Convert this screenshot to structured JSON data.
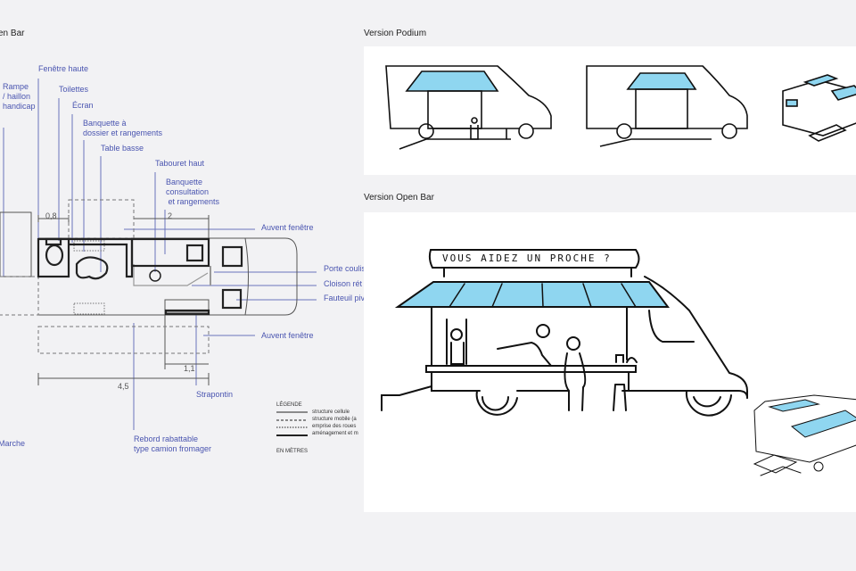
{
  "frames": {
    "plan_title": "en Bar",
    "podium_title": "Version Podium",
    "openbar_title": "Version Open Bar"
  },
  "plan": {
    "labels": {
      "fenetre_haute": "Fenêtre haute",
      "rampe": "Rampe\n/ haillon\nhandicap",
      "toilettes": "Toilettes",
      "ecran": "Écran",
      "banquette_dossier": "Banquette à\ndossier et rangements",
      "table_basse": "Table basse",
      "tabouret": "Tabouret haut",
      "banquette_consult": "Banquette\nconsultation\n et rangements",
      "auvent_top": "Auvent fenêtre",
      "porte": "Porte coulis",
      "cloison": "Cloison rét",
      "fauteuil": "Fauteuil piv",
      "auvent_bottom": "Auvent fenêtre",
      "strapontin": "Strapontin",
      "marche": "Marche",
      "rebord": "Rebord rabattable\ntype camion fromager"
    },
    "dimensions": {
      "d1": "0,8",
      "d2": "2",
      "d3": "1,1",
      "d4": "4,5"
    },
    "legend": {
      "title": "LÉGENDE",
      "items": [
        "structure cellule",
        "structure mobile (a",
        "emprise des roues",
        "aménagement et m"
      ],
      "units": "EN MÈTRES"
    }
  },
  "sketch": {
    "sign_text": "VOUS AIDEZ UN PROCHE ?"
  },
  "colors": {
    "awning": "#8fd6f0",
    "label": "#4a55b0"
  }
}
